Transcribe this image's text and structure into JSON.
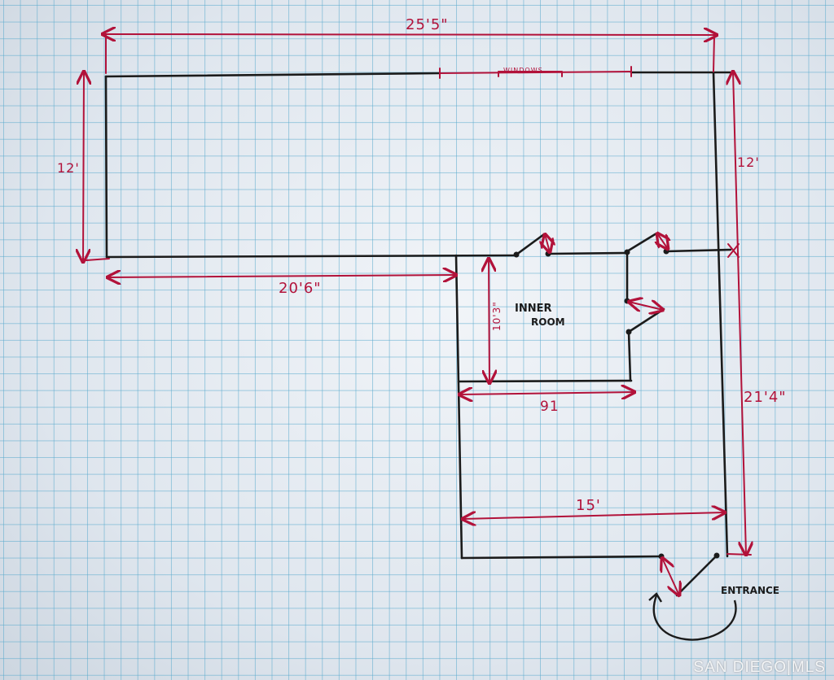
{
  "colors": {
    "paper": "#dfe6ee",
    "grid": "#5aaacd",
    "wall_ink": "#1b1b1b",
    "dimension_ink": "#b2123a"
  },
  "labels": {
    "top_width": "25'5\"",
    "windows": "WINDOWS",
    "left_height": "12'",
    "right_upper_height": "12'",
    "lower_width": "20'6\"",
    "inner_room_line1": "INNER",
    "inner_room_line2": "ROOM",
    "inner_room_height": "10'3\"",
    "inner_room_width": "91",
    "right_lower_height": "21'4\"",
    "bottom_width": "15'",
    "entrance": "ENTRANCE"
  },
  "watermark": "SAN DIEGO|MLS"
}
